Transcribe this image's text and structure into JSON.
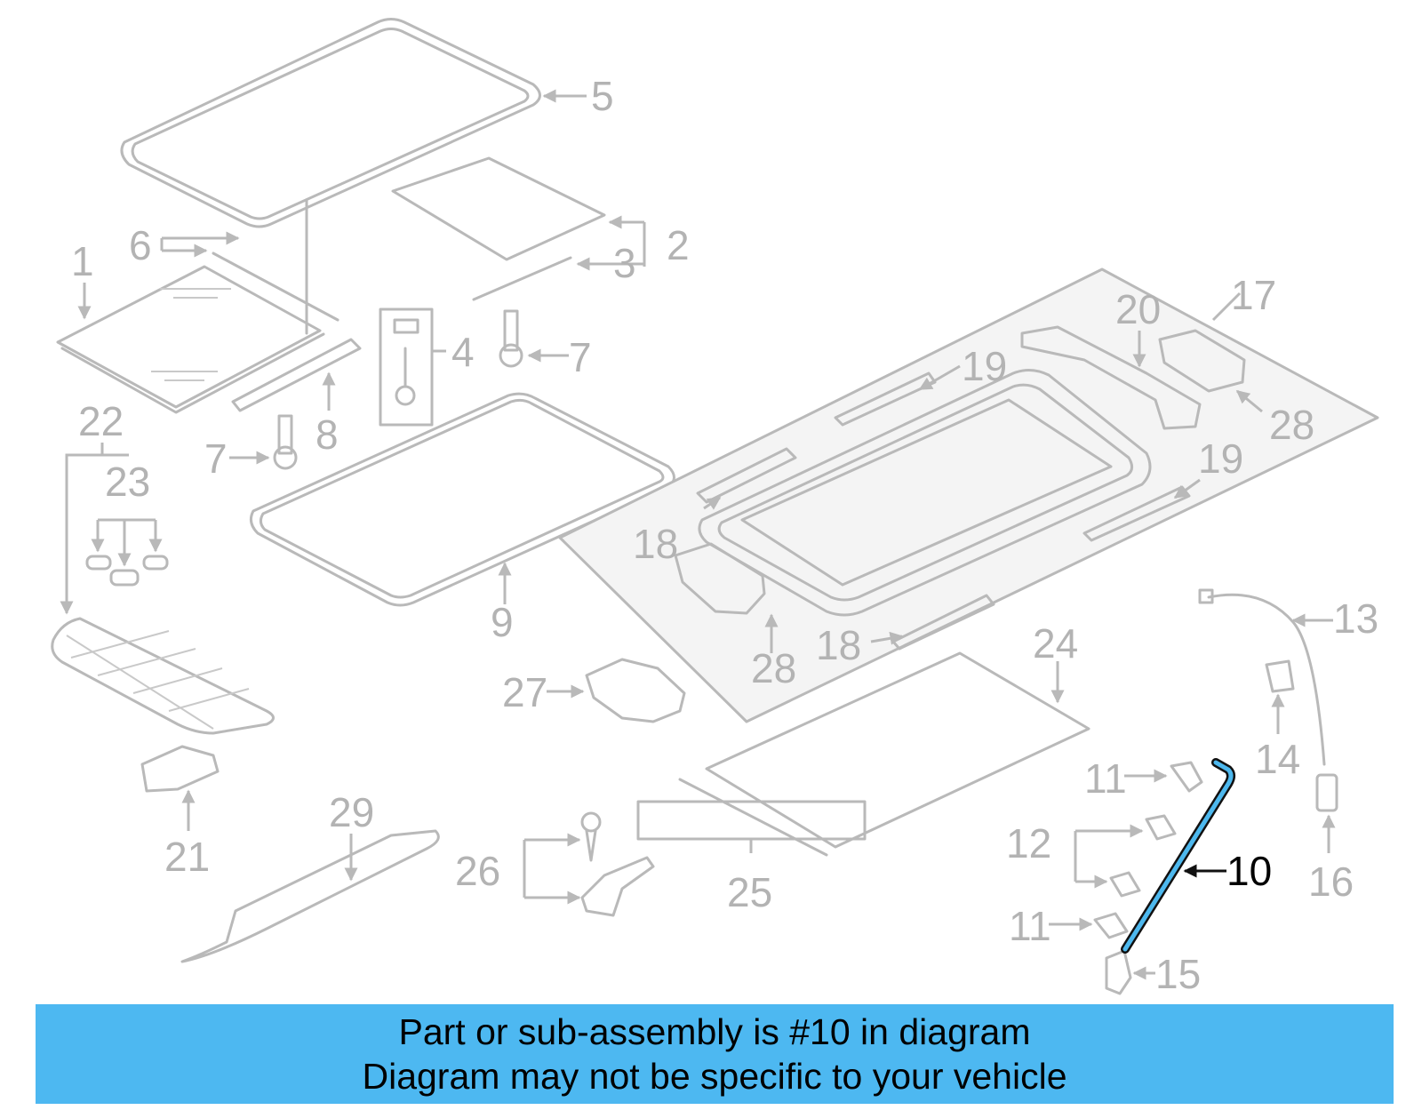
{
  "caption": {
    "line1": "Part or sub-assembly is #10 in diagram",
    "line2": "Diagram may not be specific to your vehicle"
  },
  "highlight_color": "#4db8ee",
  "caption_color": "#4db8f1",
  "part_color": "#b9b9b9",
  "labels": {
    "p1": "1",
    "p2": "2",
    "p3": "3",
    "p4": "4",
    "p5": "5",
    "p6": "6",
    "p7a": "7",
    "p7b": "7",
    "p8": "8",
    "p9": "9",
    "p10": "10",
    "p11a": "11",
    "p11b": "11",
    "p12": "12",
    "p13": "13",
    "p14": "14",
    "p15": "15",
    "p16": "16",
    "p17": "17",
    "p18a": "18",
    "p18b": "18",
    "p19a": "19",
    "p19b": "19",
    "p20": "20",
    "p21": "21",
    "p22": "22",
    "p23": "23",
    "p24": "24",
    "p25": "25",
    "p26": "26",
    "p27": "27",
    "p28a": "28",
    "p28b": "28",
    "p29": "29"
  }
}
